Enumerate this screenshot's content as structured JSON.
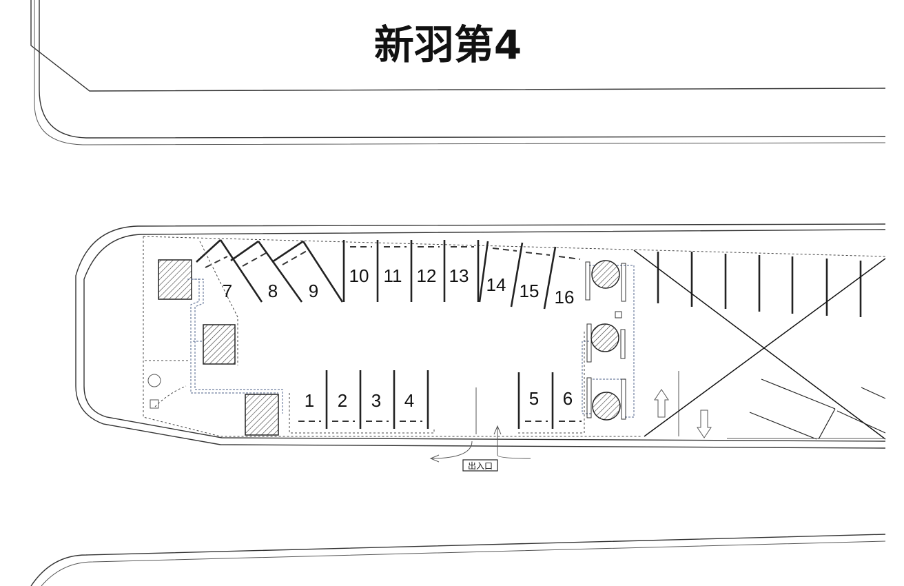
{
  "title": "新羽第4",
  "gate_label": "出入口",
  "spaces": [
    {
      "label": "1"
    },
    {
      "label": "2"
    },
    {
      "label": "3"
    },
    {
      "label": "4"
    },
    {
      "label": "5"
    },
    {
      "label": "6"
    },
    {
      "label": "7"
    },
    {
      "label": "8"
    },
    {
      "label": "9"
    },
    {
      "label": "10"
    },
    {
      "label": "11"
    },
    {
      "label": "12"
    },
    {
      "label": "13"
    },
    {
      "label": "14"
    },
    {
      "label": "15"
    },
    {
      "label": "16"
    }
  ],
  "crossed_area": {
    "excluded": true
  }
}
